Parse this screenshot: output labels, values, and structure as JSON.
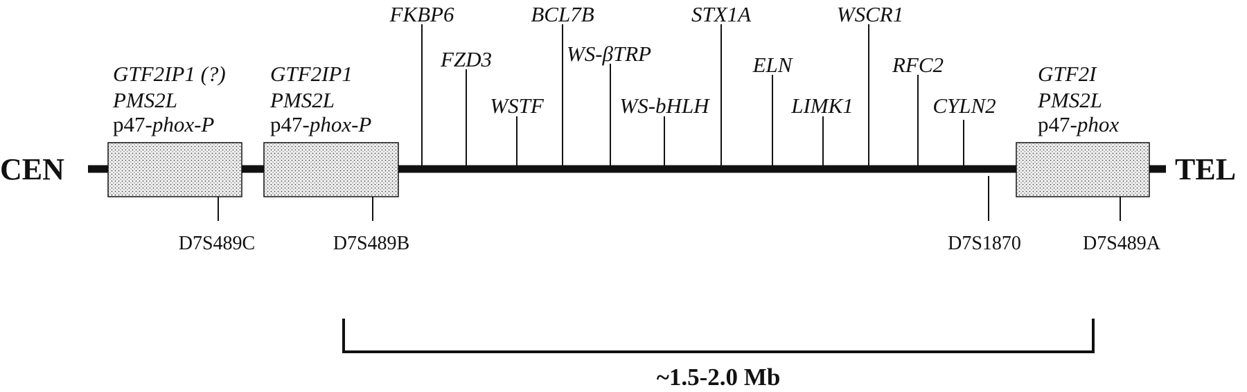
{
  "ends": {
    "left": "CEN",
    "right": "TEL"
  },
  "boxes": [
    {
      "lines": [
        {
          "t": "GTF2IP1 (?)",
          "i": true
        },
        {
          "t": "PMS2L",
          "i": true
        },
        {
          "t": "p47-",
          "i": false,
          "s": "phox-P"
        }
      ]
    },
    {
      "lines": [
        {
          "t": "GTF2IP1",
          "i": true
        },
        {
          "t": "PMS2L",
          "i": true
        },
        {
          "t": "p47-",
          "i": false,
          "s": "phox-P"
        }
      ]
    },
    {
      "lines": [
        {
          "t": "GTF2I",
          "i": true
        },
        {
          "t": "PMS2L",
          "i": true
        },
        {
          "t": "p47-",
          "i": false,
          "s": "phox"
        }
      ]
    }
  ],
  "genes": [
    "FKBP6",
    "FZD3",
    "WSTF",
    "BCL7B",
    "WS-βTRP",
    "WS-bHLH",
    "STX1A",
    "ELN",
    "LIMK1",
    "WSCR1",
    "RFC2",
    "CYLN2"
  ],
  "markers": [
    "D7S489C",
    "D7S489B",
    "D7S1870",
    "D7S489A"
  ],
  "scale": {
    "label": "~1.5-2.0 Mb"
  },
  "colors": {
    "ink": "#111111",
    "box_fill": "#f2f2f2",
    "stipple": "#444444"
  }
}
